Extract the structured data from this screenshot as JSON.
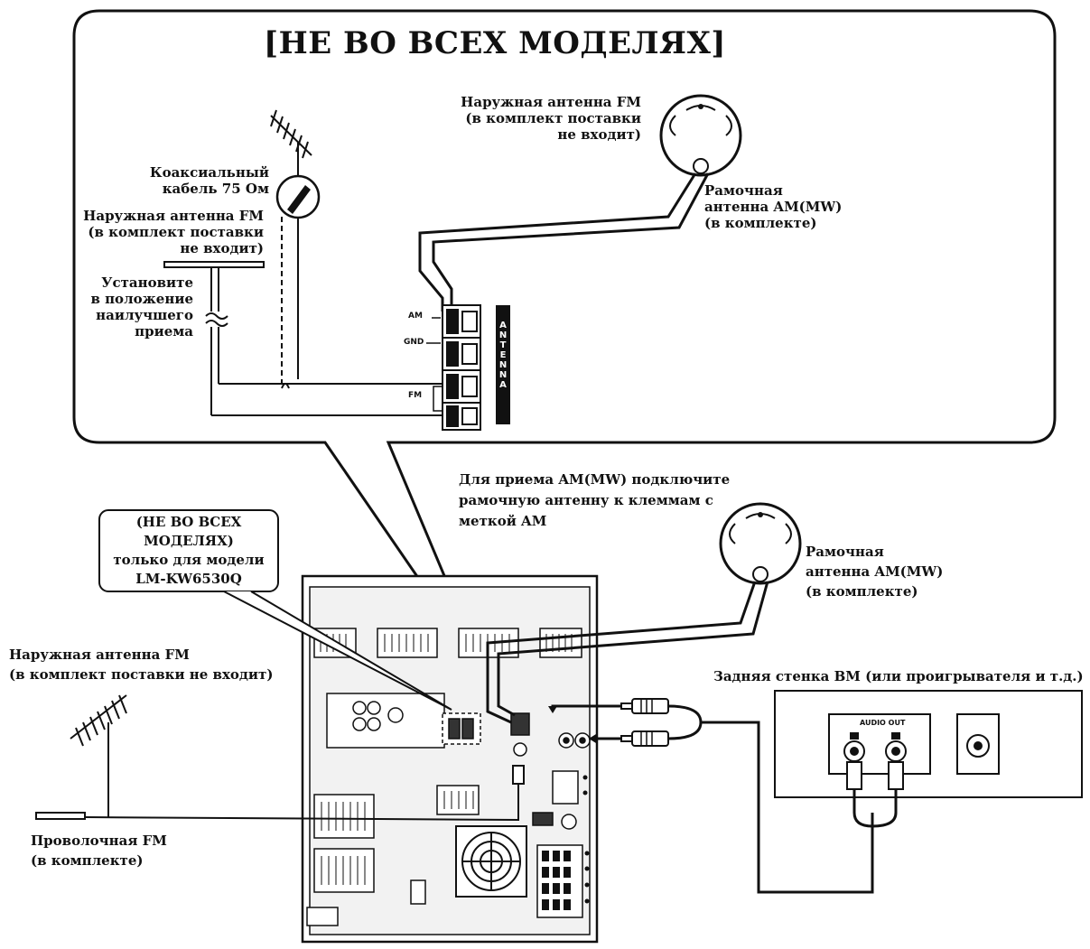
{
  "title": "[НЕ ВО ВСЕХ МОДЕЛЯХ]",
  "inset": {
    "outdoor_fm_right": [
      "Наружная антенна FM",
      "(в комплект поставки",
      "не входит)"
    ],
    "coax": [
      "Коаксиальный",
      "кабель 75 Ом"
    ],
    "outdoor_fm_left": [
      "Наружная антенна FM",
      "(в комплект поставки",
      "не входит)"
    ],
    "set_position": [
      "Установите",
      "в положение",
      "наилучшего",
      "приема"
    ],
    "loop_am": [
      "Рамочная",
      "антенна AM(MW)",
      "(в комплекте)"
    ],
    "terminal_am": "AM",
    "terminal_gnd": "GND",
    "terminal_fm": "FM",
    "antenna_strip": [
      "A",
      "N",
      "T",
      "E",
      "N",
      "N",
      "A"
    ]
  },
  "main": {
    "am_instruction": [
      "Для приема AM(MW) подключите",
      "рамочную антенну к клеммам с",
      "меткой AM"
    ],
    "model_note": [
      "(НЕ ВО ВСЕХ",
      "МОДЕЛЯХ)",
      "только для модели",
      "LM-KW6530Q"
    ],
    "loop_am": [
      "Рамочная",
      "антенна AM(MW)",
      "(в комплекте)"
    ],
    "outdoor_fm": [
      "Наружная антенна FM",
      "(в комплект поставки не входит)"
    ],
    "wire_fm": [
      "Проволочная FM",
      "(в комплекте)"
    ],
    "rear_panel": "Задняя стенка ВМ (или проигрывателя и т.д.)",
    "audio_out": "AUDIO OUT"
  }
}
